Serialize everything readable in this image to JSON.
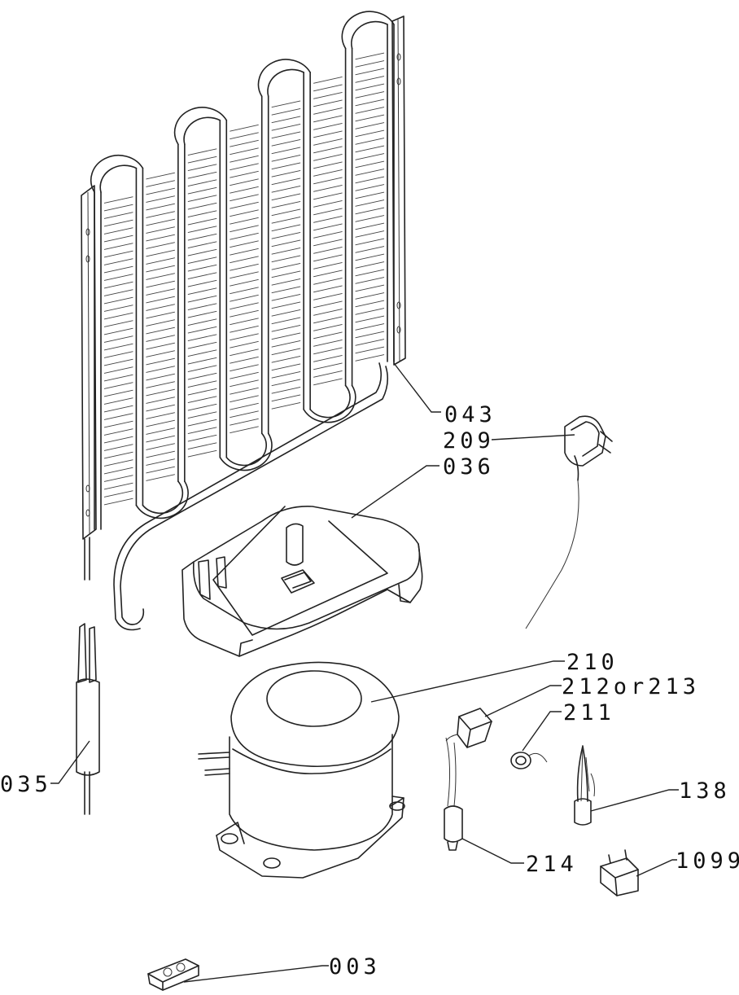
{
  "diagram": {
    "parts": [
      {
        "id": "condenser",
        "label": "043"
      },
      {
        "id": "mains-plug",
        "label": "209"
      },
      {
        "id": "compressor-tray",
        "label": "036"
      },
      {
        "id": "compressor",
        "label": "210"
      },
      {
        "id": "relay",
        "label": "212or213"
      },
      {
        "id": "overload-protector",
        "label": "211"
      },
      {
        "id": "thermostat-sensor",
        "label": "138"
      },
      {
        "id": "capacitor",
        "label": "214"
      },
      {
        "id": "bracket",
        "label": "1099"
      },
      {
        "id": "drier-filter",
        "label": "035"
      },
      {
        "id": "terminal-block",
        "label": "003"
      }
    ]
  }
}
